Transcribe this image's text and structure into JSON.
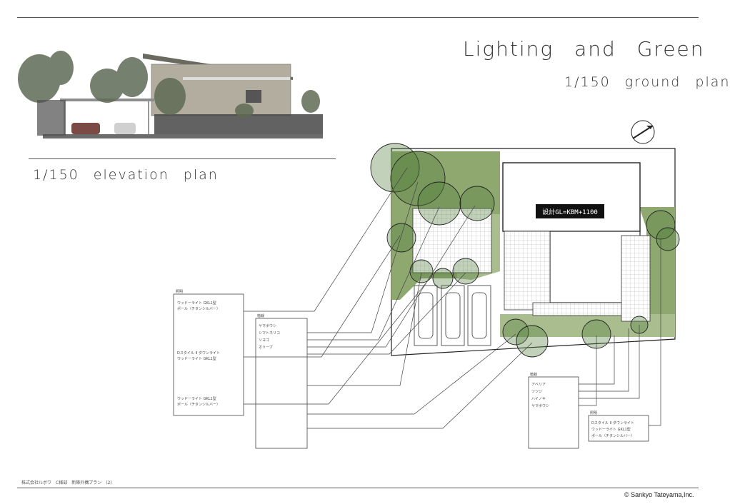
{
  "titles": {
    "main": "Lighting and Green",
    "ground": "1/150 ground plan",
    "elevation": "1/150 elevation plan"
  },
  "plan": {
    "gl_label": "設計GL=KBM+1100"
  },
  "legends": {
    "box1": [
      "照明",
      "ウッドーライト GKL1型",
      "ポール（チタンシルバー）",
      "Dスタイル II ダウンライト",
      "ウッドーライト GKL1型",
      "ウッドーライト GKL1型",
      "ポール（チタンシルバー）"
    ],
    "box2": [
      "植栽",
      "ヤマボウシ",
      "シマトネリコ",
      "ソヨゴ",
      "オリーブ"
    ],
    "box3": [
      "植栽",
      "アベリア",
      "ツツジ",
      "ハイノキ",
      "ヤマボウシ"
    ],
    "box4": [
      "照明",
      "Dスタイル II ダウンライト",
      "ウッドーライト GKL1型",
      "ポール（チタンシルバー）"
    ]
  },
  "footer": {
    "left": "株式会社ルボワ　C様邸　新築外構プラン　(2)",
    "copyright": "© Sankyo Tateyama,Inc."
  },
  "colors": {
    "lawn": "#8fa870",
    "lawn_dark": "#6f8c55",
    "tree": "#4f7a3a",
    "line": "#333333"
  }
}
